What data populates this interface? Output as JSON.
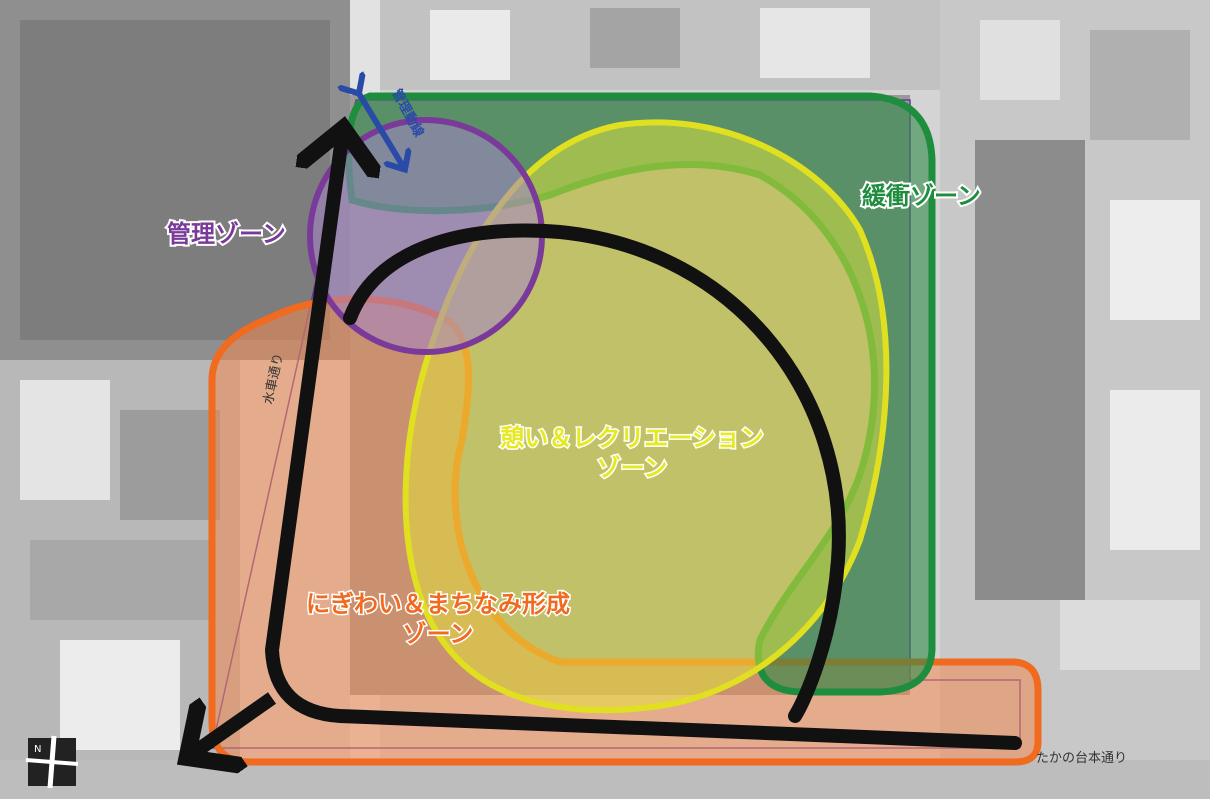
{
  "zones": {
    "management": {
      "label": "管理ゾーン",
      "color": "#7a3a9a"
    },
    "buffer": {
      "label": "緩衝ゾーン",
      "color": "#1e8e3e"
    },
    "recreation": {
      "line1": "憩い＆レクリエーション",
      "line2": "ゾーン",
      "color": "#e0e020"
    },
    "bustle": {
      "line1": "にぎわい＆まちなみ形成",
      "line2": "ゾーン",
      "color": "#f06a20"
    }
  },
  "roads": {
    "west": "水車通り",
    "south": "たかの台本通り",
    "access": "管理動線"
  },
  "north_arrow": {
    "letter": "N"
  },
  "colors": {
    "flow_arrows": "#111111",
    "access_arrow": "#2a4aa8",
    "site_boundary": "#6a3aa0"
  }
}
